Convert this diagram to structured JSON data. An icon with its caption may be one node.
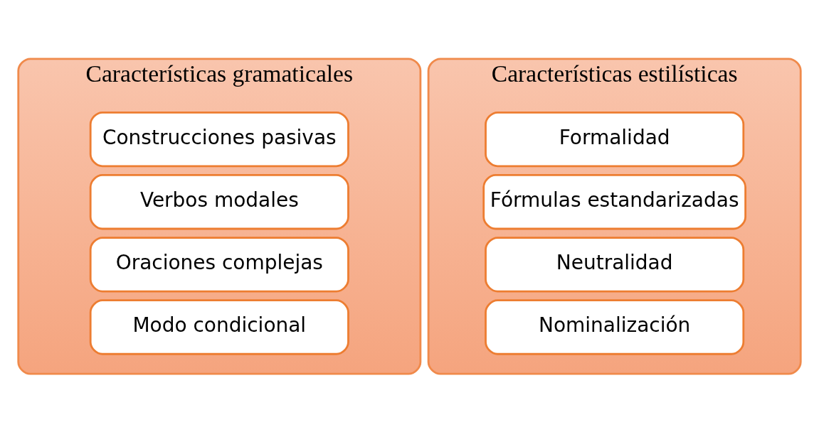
{
  "diagram": {
    "nodes": [
      {
        "text": [
          "Características gramaticales"
        ]
      },
      {
        "text": [
          "Construcciones pasivas"
        ],
        "in": 0
      },
      {
        "text": [
          "Verbos modales"
        ],
        "in": 0
      },
      {
        "text": [
          "Oraciones complejas"
        ],
        "in": 0
      },
      {
        "text": [
          "Modo condicional"
        ],
        "in": 0
      },
      {
        "text": [
          "Características estilísticas"
        ]
      },
      {
        "text": [
          "Formalidad"
        ],
        "in": 5
      },
      {
        "text": [
          "Fórmulas estandarizadas"
        ],
        "in": 5
      },
      {
        "text": [
          "Neutralidad"
        ],
        "in": 5
      },
      {
        "text": [
          "Nominalización"
        ],
        "in": 5
      }
    ]
  }
}
